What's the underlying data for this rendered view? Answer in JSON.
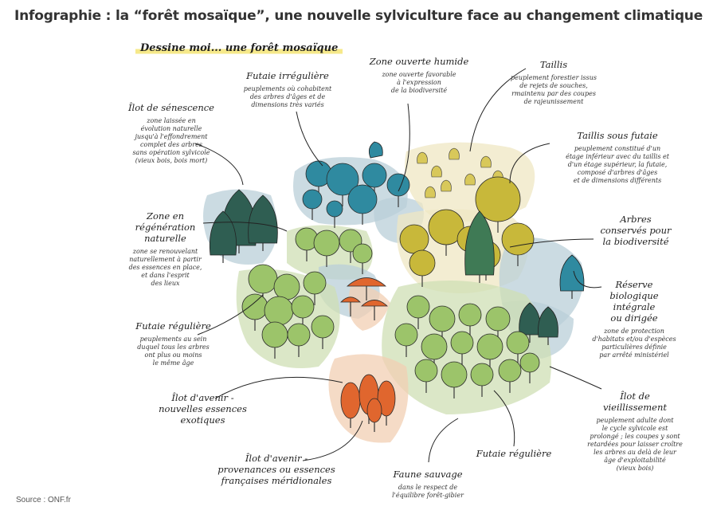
{
  "title": "Infographie : la “forêt mosaïque”, une nouvelle sylviculture face au changement climatique",
  "subtitle": "Dessine moi... une forêt mosaïque",
  "source": "Source : ONF.fr",
  "labels": {
    "ilot_senescence": {
      "title": "Îlot de sénescence",
      "desc": [
        "zone laissée en",
        "évolution naturelle",
        "jusqu'à l'effondrement",
        "complet des arbres",
        "sans opération sylvicole",
        "(vieux bois, bois mort)"
      ]
    },
    "futaie_irreguliere": {
      "title": "Futaie irrégulière",
      "desc": [
        "peuplements où cohabitent",
        "des arbres d'âges et de",
        "dimensions très variés"
      ]
    },
    "zone_ouverte_humide": {
      "title": "Zone ouverte humide",
      "desc": [
        "zone ouverte favorable",
        "à l'expression",
        "de la biodiversité"
      ]
    },
    "taillis": {
      "title": "Taillis",
      "desc": [
        "peuplement forestier issus",
        "de rejets de souches,",
        "rmaintenu par des coupes",
        "de rajeunissement"
      ]
    },
    "taillis_sous_futaie": {
      "title": "Taillis sous futaie",
      "desc": [
        "peuplement constitué d'un",
        "étage inférieur avec du taillis et",
        "d'un étage supérieur, la futaie,",
        "composé d'arbres d'âges",
        "et de dimensions différents"
      ]
    },
    "zone_regeneration": {
      "title": "Zone en régénération naturelle",
      "title_lines": [
        "Zone en",
        "régénération",
        "naturelle"
      ],
      "desc": [
        "zone se renouvelant",
        "naturellement à partir",
        "des essences en place,",
        "et dans l'esprit",
        "des lieux"
      ]
    },
    "arbres_conserves": {
      "title": "Arbres conservés pour la biodiversité",
      "title_lines": [
        "Arbres",
        "conservés pour",
        "la biodiversité"
      ]
    },
    "reserve_biologique": {
      "title": "Réserve biologique intégrale ou dirigée",
      "title_lines": [
        "Réserve",
        "biologique",
        "intégrale",
        "ou dirigée"
      ],
      "desc": [
        "zone de protection",
        "d'habitats et/ou d'espèces",
        "particulières définie",
        "par arrêté ministériel"
      ]
    },
    "futaie_reguliere_left": {
      "title": "Futaie régulière",
      "desc": [
        "peuplements au sein",
        "duquel tous les arbres",
        "ont plus ou moins",
        "le même âge"
      ]
    },
    "ilot_avenir_exotiques": {
      "title": "Îlot d'avenir - nouvelles essences exotiques",
      "title_lines": [
        "Îlot d'avenir -",
        "nouvelles essences",
        "exotiques"
      ]
    },
    "ilot_vieillissement": {
      "title": "Îlot de vieillissement",
      "title_lines": [
        "Îlot de",
        "vieillissement"
      ],
      "desc": [
        "peuplement adulte dont",
        "le cycle sylvicole est",
        "prolongé ; les coupes y sont",
        "retardées pour laisser croître",
        "les arbres au delà de leur",
        "âge d'exploitabilité",
        "(vieux bois)"
      ]
    },
    "futaie_reguliere_bottom": {
      "title": "Futaie régulière"
    },
    "ilot_avenir_provenances": {
      "title": "Îlot d'avenir - provenances ou essences françaises méridionales",
      "title_lines": [
        "Îlot d'avenir -",
        "provenances ou essences",
        "françaises méridionales"
      ]
    },
    "faune_sauvage": {
      "title": "Faune sauvage",
      "desc": [
        "dans le respect de",
        "l'équilibre forêt-gibier"
      ]
    }
  },
  "colors": {
    "teal": "#2f8aa0",
    "dark_green": "#2f5e52",
    "light_green": "#9cc46a",
    "olive_yellow": "#c8b83a",
    "orange": "#e0662e",
    "ground_blue": "#b9cfd8",
    "ground_sand": "#efe7c3",
    "ground_peach": "#f2cfb3",
    "ground_green": "#cfdfb4"
  }
}
